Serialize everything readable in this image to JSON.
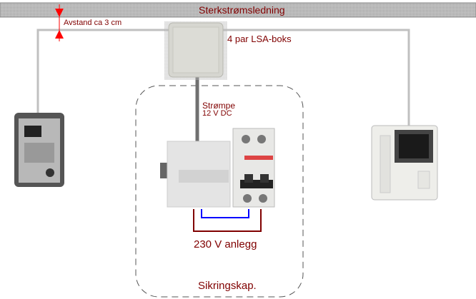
{
  "labels": {
    "power_line": "Sterkstrømsledning",
    "distance": "Avstand ca 3 cm",
    "lsa_box": "4 par LSA-boks",
    "current_line1": "Strømpe",
    "current_line2": "12 V DC",
    "installation": "230 V anlegg",
    "fuse_cabinet": "Sikringskap."
  },
  "colors": {
    "text": "#800000",
    "arrow": "#ff0000",
    "cable": "#c0c0c0",
    "mains_wire": "#800000",
    "neutral_wire": "#0000ff"
  }
}
